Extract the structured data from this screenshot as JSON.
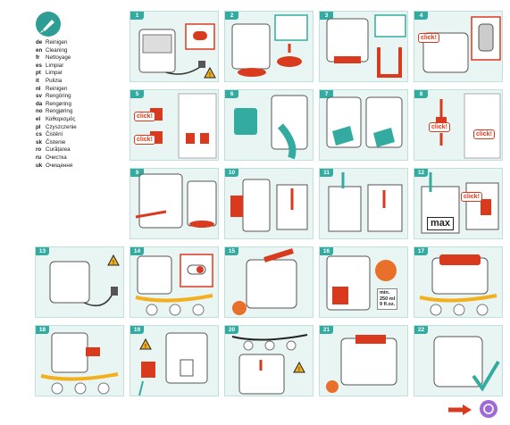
{
  "header": {
    "icon": "cleaning-brush-icon",
    "languages": [
      {
        "code": "de",
        "text": "Reinigen"
      },
      {
        "code": "en",
        "text": "Cleaning"
      },
      {
        "code": "fr",
        "text": "Nettoyage"
      },
      {
        "code": "es",
        "text": "Limpiar"
      },
      {
        "code": "pt",
        "text": "Limpar"
      },
      {
        "code": "it",
        "text": "Pulizia"
      },
      {
        "code": "nl",
        "text": "Reinigen"
      },
      {
        "code": "sv",
        "text": "Rengöring"
      },
      {
        "code": "da",
        "text": "Rengøring"
      },
      {
        "code": "no",
        "text": "Rengjøring"
      },
      {
        "code": "el",
        "text": "Καθαρισμός"
      },
      {
        "code": "pl",
        "text": "Czyszczenie"
      },
      {
        "code": "cs",
        "text": "Čistění"
      },
      {
        "code": "sk",
        "text": "Čistenie"
      },
      {
        "code": "ro",
        "text": "Curățarea"
      },
      {
        "code": "ru",
        "text": "Очистка"
      },
      {
        "code": "uk",
        "text": "Очищення"
      }
    ]
  },
  "steps": [
    {
      "number": "1"
    },
    {
      "number": "2"
    },
    {
      "number": "3"
    },
    {
      "number": "4"
    },
    {
      "number": "5"
    },
    {
      "number": "6"
    },
    {
      "number": "7"
    },
    {
      "number": "8"
    },
    {
      "number": "9"
    },
    {
      "number": "10"
    },
    {
      "number": "11"
    },
    {
      "number": "12"
    },
    {
      "number": "13"
    },
    {
      "number": "14"
    },
    {
      "number": "15"
    },
    {
      "number": "16"
    },
    {
      "number": "17"
    },
    {
      "number": "18"
    },
    {
      "number": "19"
    },
    {
      "number": "20"
    },
    {
      "number": "21"
    },
    {
      "number": "22"
    }
  ],
  "labels": {
    "click": "click!",
    "max": "max",
    "volume_note": [
      "min.",
      "250 ml",
      "9 fl.oz."
    ]
  },
  "colors": {
    "accent": "#34aba0",
    "panel_bg": "#e9f5f3",
    "highlight": "#d93a1e",
    "end_icon": "#a06bd6"
  }
}
